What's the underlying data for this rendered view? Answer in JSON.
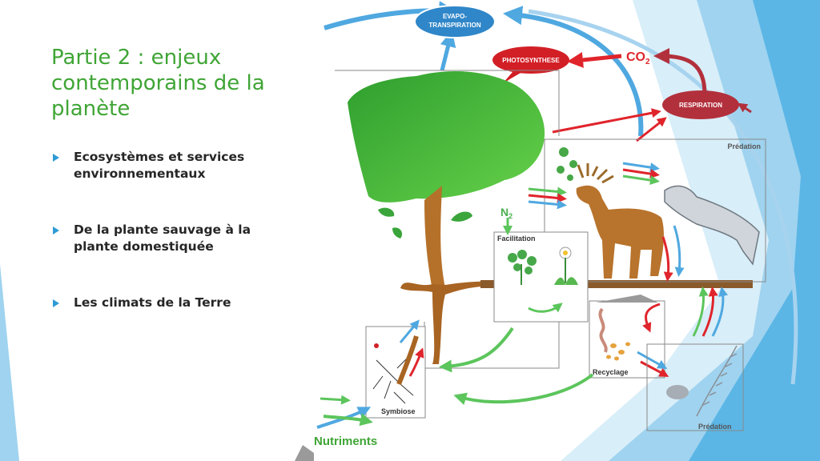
{
  "slide": {
    "title": "Partie 2 : enjeux contemporains de la planète",
    "bullets": [
      {
        "text": "Ecosystèmes et services environnementaux"
      },
      {
        "text": "De la plante sauvage à la plante domestiquée"
      },
      {
        "text": "Les climats de la Terre"
      }
    ]
  },
  "diagram": {
    "evapo_line1": "EVAPO-",
    "evapo_line2": "TRANSPIRATION",
    "photosynthese": "PHOTOSYNTHESE",
    "co2": "CO",
    "co2_sub": "2",
    "respiration": "RESPIRATION",
    "predation_top": "Prédation",
    "n2": "N",
    "n2_sub": "2",
    "facilitation": "Facilitation",
    "recyclage": "Recyclage",
    "symbiose": "Symbiose",
    "nutriments": "Nutriments",
    "predation_bottom": "Prédation"
  },
  "colors": {
    "title_green": "#3fa535",
    "bullet_blue": "#2e9bd6",
    "arrow_blue": "#4fa8e0",
    "arrow_red": "#e0242b",
    "arrow_green": "#5cc55c",
    "bubble_blue": "#2f86c8",
    "bubble_red": "#d21f26",
    "bubble_maroon": "#b2303c"
  }
}
